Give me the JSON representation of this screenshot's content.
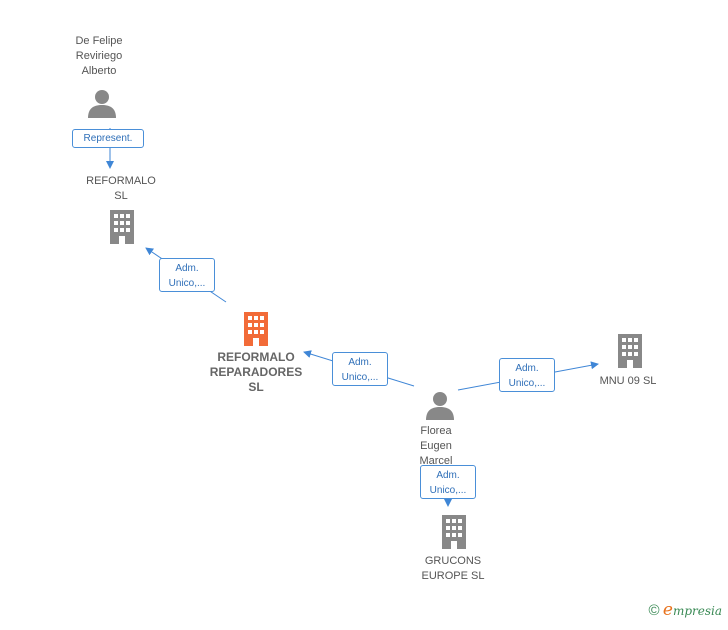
{
  "nodes": {
    "person_felipe": {
      "label": "De Felipe\nReviriego\nAlberto"
    },
    "company_reformalo_sl": {
      "label": "REFORMALO\nSL"
    },
    "company_main": {
      "label": "REFORMALO\nREPARADORES\nSL"
    },
    "person_florea": {
      "label": "Florea\nEugen\nMarcel"
    },
    "company_mnu": {
      "label": "MNU 09  SL"
    },
    "company_grucons": {
      "label": "GRUCONS\nEUROPE  SL"
    }
  },
  "relations": {
    "represent": "Represent.",
    "adm1": "Adm.\nUnico,...",
    "adm2": "Adm.\nUnico,...",
    "adm3": "Adm.\nUnico,...",
    "adm4": "Adm.\nUnico,..."
  },
  "colors": {
    "accent": "#f26b38",
    "node": "#888888",
    "edge": "#3f86d6"
  },
  "footer": {
    "copyright": "©",
    "brand_initial": "e",
    "brand_rest": "mpresia"
  }
}
